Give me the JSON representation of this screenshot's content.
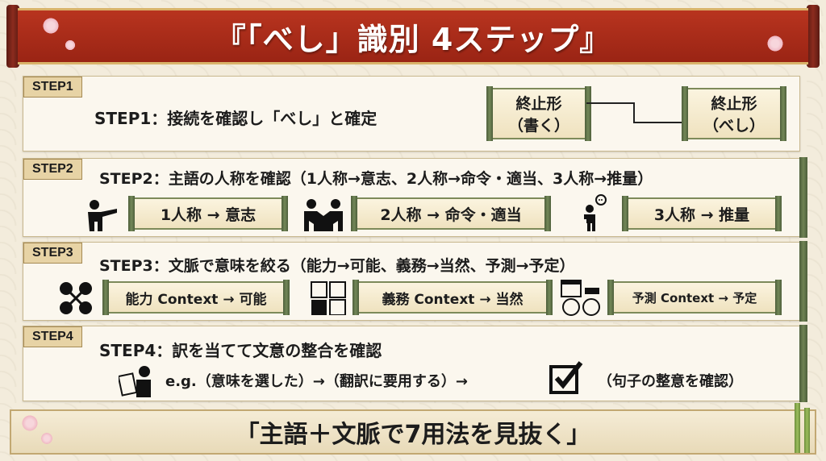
{
  "title": "『「べし」識別 4ステップ』",
  "steps": [
    {
      "tag": "STEP1",
      "heading": "STEP1：接続を確認し「べし」と確定",
      "box_left": "終止形\n（書く）",
      "box_left_line1": "終止形",
      "box_left_line2": "（書く）",
      "box_right_line1": "終止形",
      "box_right_line2": "（べし）"
    },
    {
      "tag": "STEP2",
      "heading": "STEP2：主語の人称を確認（1人称→意志、2人称→命令・適当、3人称→推量）",
      "items": [
        "1人称 → 意志",
        "2人称 → 命令・適当",
        "3人称 → 推量"
      ]
    },
    {
      "tag": "STEP3",
      "heading": "STEP3：文脈で意味を絞る（能力→可能、義務→当然、予測→予定）",
      "items": [
        "能力 Context → 可能",
        "義務 Context → 当然",
        "予測 Context → 予定"
      ]
    },
    {
      "tag": "STEP4",
      "heading": "STEP4：訳を当てて文意の整合を確認",
      "example": "e.g.（意味を選した）→（翻訳に要用する）→",
      "confirm": "（句子の整意を確認）"
    }
  ],
  "icons": [
    "person-pointing-icon",
    "two-people-icon",
    "person-speech-icon",
    "tools-icon",
    "rules-icon",
    "calendar-clock-icon",
    "reader-icon",
    "checkbox-icon"
  ],
  "footer": "「主語＋文脈で7用法を見抜く」",
  "colors": {
    "banner_red": "#b8341f",
    "gold": "#d9b36a",
    "scroll_green": "#6f8353",
    "paper": "#fbf7ee"
  }
}
